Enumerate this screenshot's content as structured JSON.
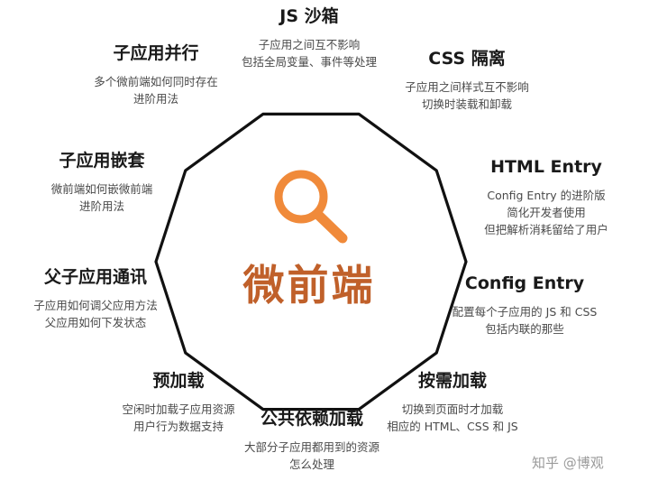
{
  "center": {
    "label": "微前端",
    "icon": "search-icon",
    "accent_color": "#f08a3a",
    "text_color": "#c0602a"
  },
  "items": [
    {
      "title": "JS 沙箱",
      "desc": [
        "子应用之间互不影响",
        "包括全局变量、事件等处理"
      ]
    },
    {
      "title": "CSS 隔离",
      "desc": [
        "子应用之间样式互不影响",
        "切换时装载和卸载"
      ]
    },
    {
      "title": "HTML Entry",
      "desc": [
        "Config Entry 的进阶版",
        "简化开发者使用",
        "但把解析消耗留给了用户"
      ]
    },
    {
      "title": "Config Entry",
      "desc": [
        "配置每个子应用的 JS 和 CSS",
        "包括内联的那些"
      ]
    },
    {
      "title": "按需加载",
      "desc": [
        "切换到页面时才加载",
        "相应的 HTML、CSS 和 JS"
      ]
    },
    {
      "title": "公共依赖加载",
      "desc": [
        "大部分子应用都用到的资源",
        "怎么处理"
      ]
    },
    {
      "title": "预加载",
      "desc": [
        "空闲时加载子应用资源",
        "用户行为数据支持"
      ]
    },
    {
      "title": "父子应用通讯",
      "desc": [
        "子应用如何调父应用方法",
        "父应用如何下发状态"
      ]
    },
    {
      "title": "子应用嵌套",
      "desc": [
        "微前端如何嵌微前端",
        "进阶用法"
      ]
    },
    {
      "title": "子应用并行",
      "desc": [
        "多个微前端如何同时存在",
        "进阶用法"
      ]
    }
  ],
  "watermark": "知乎 @博观"
}
